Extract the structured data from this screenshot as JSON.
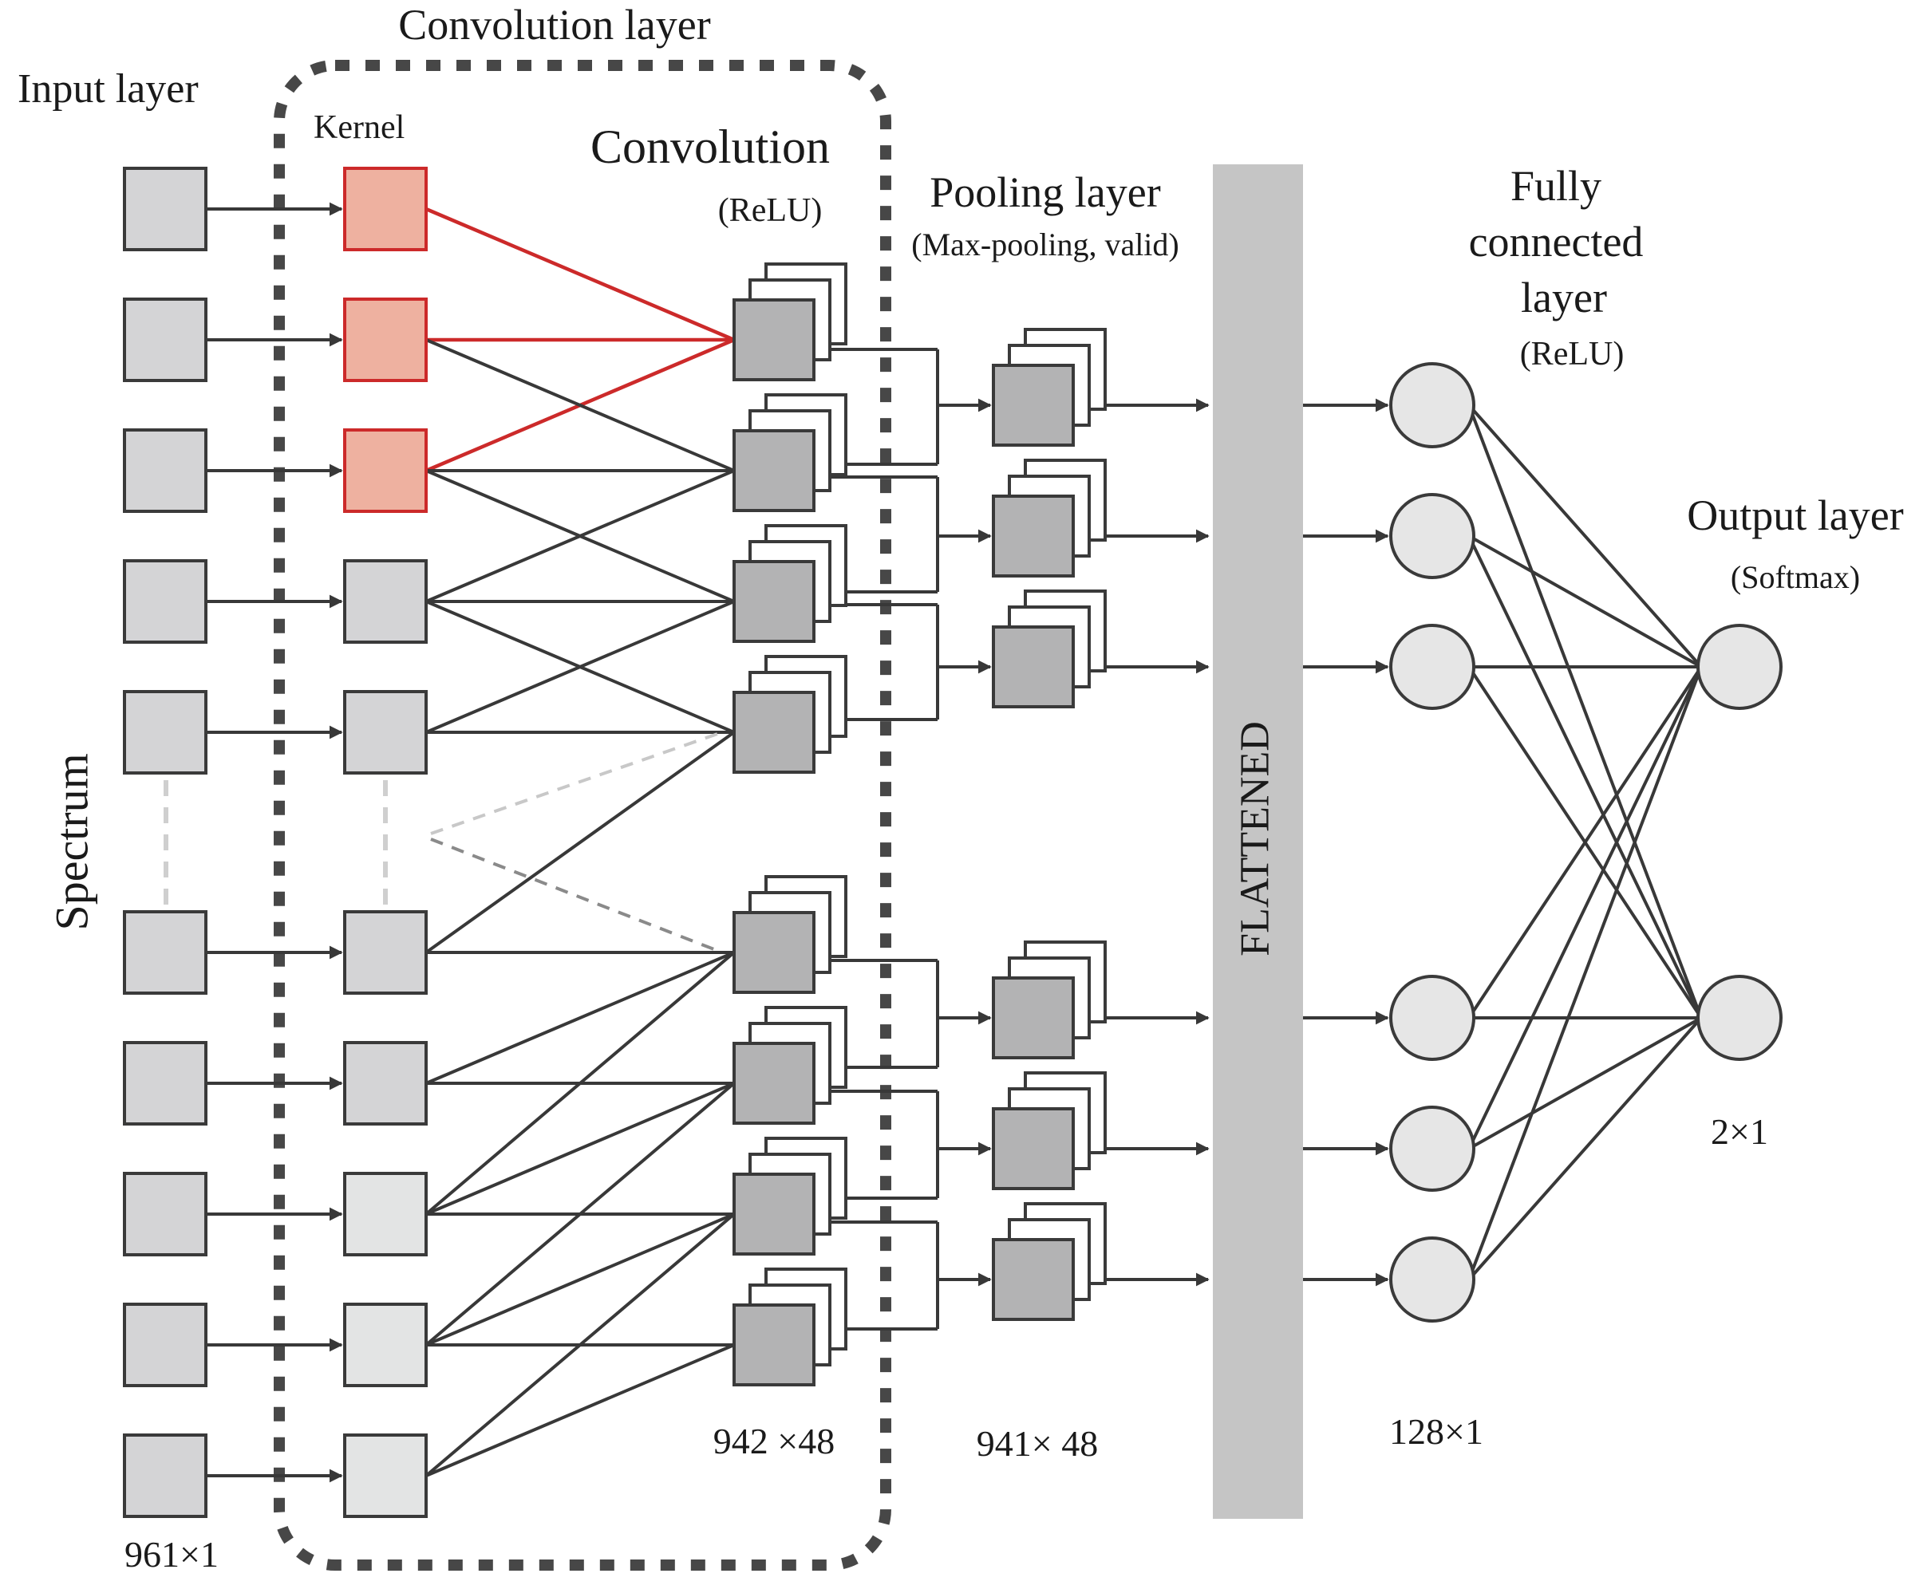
{
  "labels": {
    "input_layer": "Input layer",
    "convolution_layer": "Convolution layer",
    "kernel": "Kernel",
    "convolution": "Convolution",
    "convolution_activation": "(ReLU)",
    "pooling_layer": "Pooling layer",
    "pooling_detail": "(Max-pooling, valid)",
    "fully_connected_line1": "Fully",
    "fully_connected_line2": "connected",
    "fully_connected_line3": "layer",
    "fully_connected_activation": "(ReLU)",
    "output_layer": "Output layer",
    "output_activation": "(Softmax)",
    "spectrum": "Spectrum",
    "flattened": "FLATTENED"
  },
  "dimensions": {
    "input": "961×1",
    "convolution": "942 ×48",
    "pooling": "941× 48",
    "fully_connected": "128×1",
    "output": "2×1"
  },
  "colors": {
    "node_fill": "#d4d4d6",
    "node_stroke": "#3a3a3a",
    "kernel_fill": "#eeb1a0",
    "kernel_stroke": "#cc2a2a",
    "light_fill": "#e3e4e4",
    "feature_fill": "#b3b3b4",
    "flatten_bar": "#c5c5c5",
    "edge": "#383838",
    "kernel_edge": "#cc2a2a",
    "dense_node_fill": "#e6e6e6"
  }
}
